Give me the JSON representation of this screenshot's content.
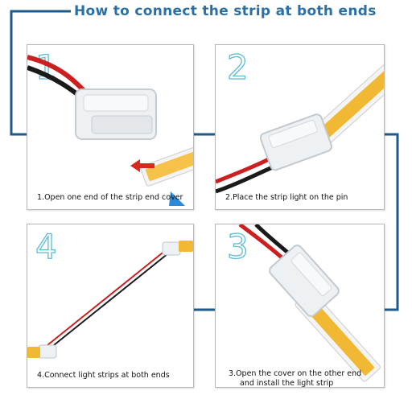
{
  "title": "How to connect the strip at both ends",
  "colors": {
    "frame": "#1f5a8a",
    "title": "#2b6fa6",
    "numeral": "#5bbad5"
  },
  "steps": [
    {
      "number": "1",
      "caption": "1.Open one end of the strip end cover"
    },
    {
      "number": "2",
      "caption": "2.Place the strip light on the pin"
    },
    {
      "number": "3",
      "caption_line1": "3.Open the cover on the other end",
      "caption_line2": "and install the light strip"
    },
    {
      "number": "4",
      "caption": "4.Connect light strips at both ends"
    }
  ]
}
